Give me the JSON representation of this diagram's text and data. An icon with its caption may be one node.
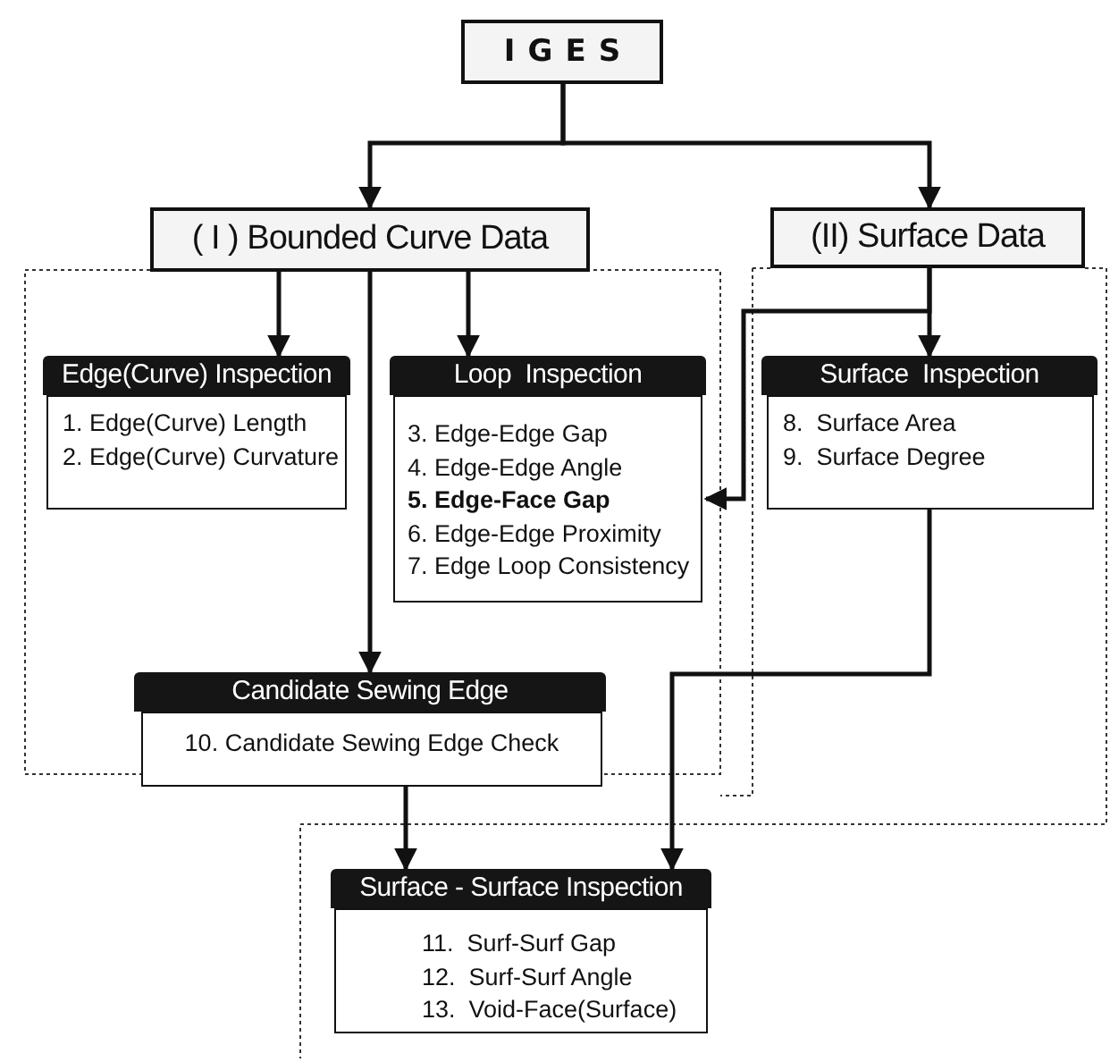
{
  "diagram": {
    "nodes": [
      {
        "text": [
          "IGES"
        ]
      },
      {
        "text": [
          "( I ) Bounded Curve Data"
        ]
      },
      {
        "text": [
          "(II) Surface Data"
        ]
      },
      {
        "text": [
          "Edge(Curve) Inspection",
          "1. Edge(Curve) Length",
          "2. Edge(Curve) Curvature"
        ]
      },
      {
        "text": [
          "Loop  Inspection",
          "3. Edge-Edge Gap",
          "4. Edge-Edge Angle",
          "**5. Edge-Face Gap**",
          "6. Edge-Edge Proximity",
          "7. Edge Loop Consistency"
        ]
      },
      {
        "text": [
          "Surface  Inspection",
          "8.  Surface Area",
          "9.  Surface Degree"
        ]
      },
      {
        "text": [
          "Candidate Sewing Edge",
          "10. Candidate Sewing Edge Check"
        ]
      },
      {
        "text": [
          "Surface - Surface Inspection",
          "11.  Surf-Surf Gap",
          "12.  Surf-Surf Angle",
          "13.  Void-Face(Surface)"
        ]
      }
    ],
    "edges": [
      {
        "from": 0,
        "to": 1,
        "arrow": "to"
      },
      {
        "from": 0,
        "to": 2,
        "arrow": "to"
      },
      {
        "from": 1,
        "to": 3,
        "arrow": "to"
      },
      {
        "from": 1,
        "to": 4,
        "arrow": "to"
      },
      {
        "from": 1,
        "to": 6,
        "arrow": "to"
      },
      {
        "from": 2,
        "to": 5,
        "arrow": "to"
      },
      {
        "from": 2,
        "to": 4,
        "arrow": "to"
      },
      {
        "from": 5,
        "to": 7,
        "arrow": "to"
      },
      {
        "from": 6,
        "to": 7,
        "arrow": "to"
      }
    ]
  }
}
